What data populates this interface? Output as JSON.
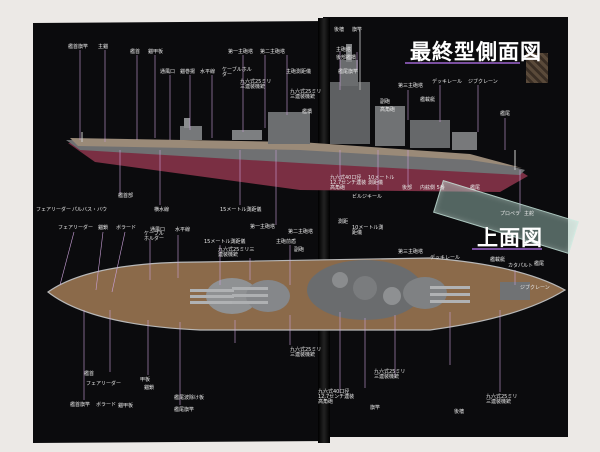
{
  "headings": {
    "side_view": "最終型側面図",
    "top_view": "上面図"
  },
  "side_left_top": [
    "艦首旗竿",
    "主錨",
    "艦首",
    "錨甲板",
    "第一主砲塔",
    "第二主砲塔",
    "通風口",
    "錨巻揚",
    "水平線",
    "ケーブルホルダー",
    "九六式25ミリ三連装機銃",
    "主砲測距儀"
  ],
  "side_left_bottom": [
    "フェアリーダー",
    "パルバス・バウ",
    "艦首部",
    "横水線",
    "15メートル測距儀"
  ],
  "side_right_top": [
    "後檣",
    "旗竿",
    "主砲塔",
    "後部艦橋",
    "艦尾旗竿",
    "第三主砲塔",
    "デッキレール",
    "ジブクレーン",
    "艦載艇",
    "艦尾",
    "副砲",
    "高角砲",
    "九六式25ミリ三連装機銃",
    "艦橋"
  ],
  "side_right_bottom": [
    "九六式40口径12.7センチ連装高角砲",
    "10メートル測距儀",
    "ビルジキール",
    "後部",
    "内舷側 5番",
    "艦尾",
    "プロペラ",
    "主舵"
  ],
  "top_left_top": [
    "フェアリーダー",
    "錨鎖",
    "ボラード",
    "ケーブルホルダー",
    "通風口",
    "水平線",
    "15メートル測距儀",
    "九六式25ミリ三連装機銃",
    "第一主砲塔",
    "第二主砲塔",
    "主砲前盾",
    "副砲"
  ],
  "top_left_bottom": [
    "艦首旗竿",
    "ボラード",
    "錨甲板",
    "艦首",
    "甲板",
    "艦尾旗竿",
    "フェアリーダー",
    "錨鎖",
    "艦尾波除け板"
  ],
  "top_right": [
    "測距",
    "10メートル測距儀",
    "第三主砲塔",
    "デッキレール",
    "ジブクレーン",
    "艦載艇",
    "カタパルト",
    "艦尾",
    "九六式25ミリ三連装機銃",
    "九六式25ミリ三連装機銃",
    "九六式40口径12.7センチ連装高角砲",
    "九六式25ミリ三連装機銃",
    "後檣",
    "旗竿"
  ],
  "colors": {
    "page": "#0b0b0d",
    "accent": "#7a4fa0",
    "leader": "#c9a0d8",
    "hull": "#6f7072",
    "deck": "#8b6a4a",
    "belt": "#a34a5e"
  }
}
